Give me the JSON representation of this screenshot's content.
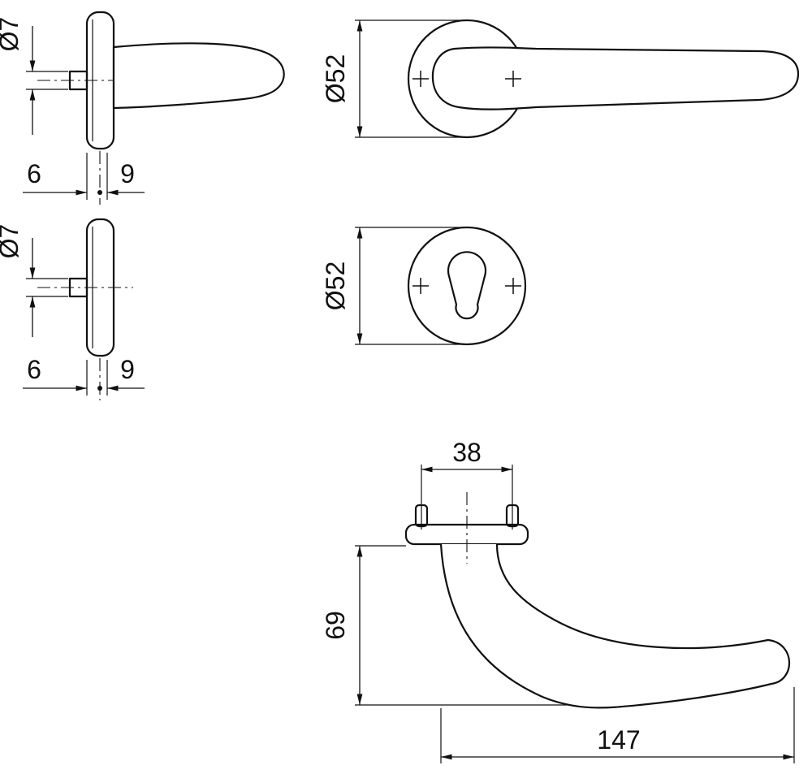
{
  "drawing": {
    "title": "Door lever handle and rosette technical drawing",
    "colors": {
      "line": "#111111",
      "background": "#ffffff"
    },
    "views": {
      "handle_side": {
        "label_hole": "Ø7",
        "label_base": "6",
        "label_height": "9"
      },
      "rose_side": {
        "label_hole": "Ø7",
        "label_base": "6",
        "label_height": "9"
      },
      "handle_front": {
        "label_diameter": "Ø52"
      },
      "rose_front": {
        "label_diameter": "Ø52"
      },
      "handle_top": {
        "label_screw_distance": "38",
        "label_projection": "69",
        "label_length": "147"
      }
    }
  }
}
